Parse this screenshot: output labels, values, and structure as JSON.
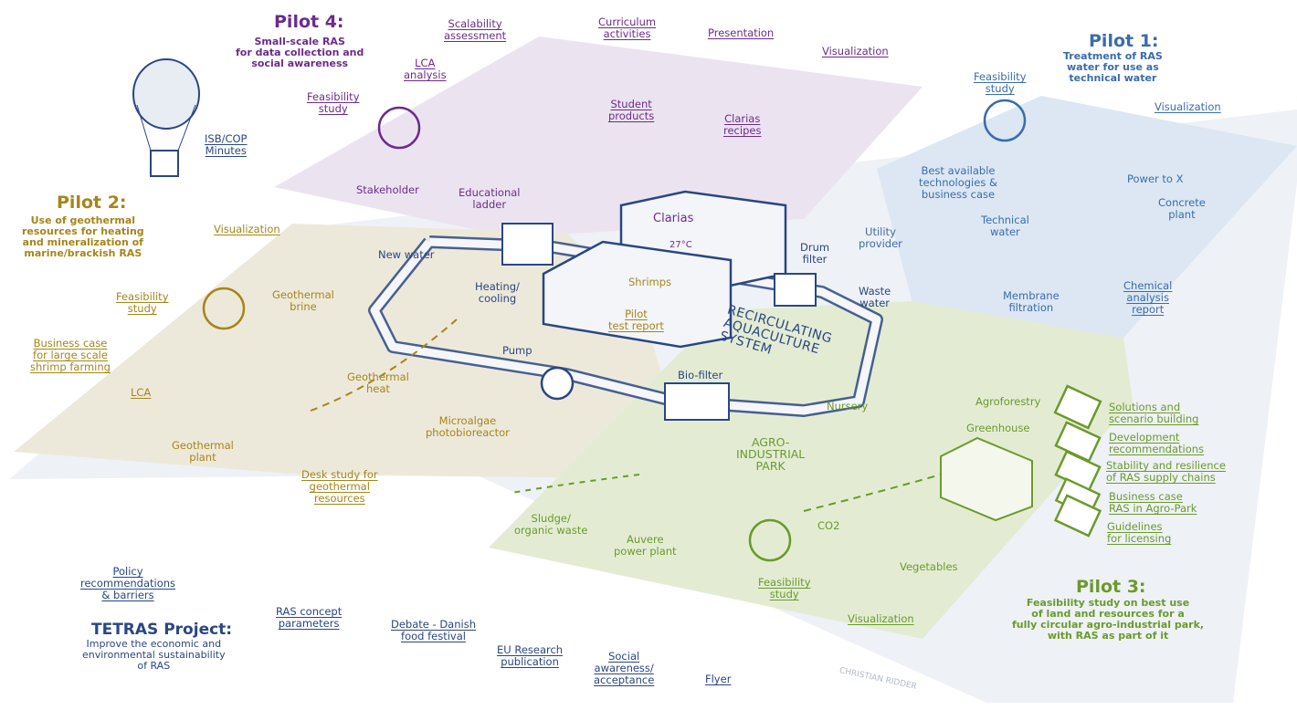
{
  "colors": {
    "pilot4": "#6b2c8c",
    "core": "#2a4683",
    "pilot2": "#a6851a",
    "pilot1": "#3a6cab",
    "pilot3": "#6b9a2b"
  },
  "pilot4": {
    "title": "Pilot 4:",
    "subtitle": "Small-scale RAS\nfor data collection and\nsocial awareness",
    "items": [
      "Scalability\nassessment",
      "Curriculum\nactivities",
      "Presentation",
      "Visualization",
      "LCA\nanalysis",
      "Feasibility\nstudy",
      "Student\nproducts",
      "Clarias\nrecipes",
      "Stakeholder",
      "Educational\nladder"
    ]
  },
  "core": {
    "isb": "ISB/COP\nMinutes",
    "new_water": "New water",
    "heating": "Heating/\ncooling",
    "pump": "Pump",
    "biofilter": "Bio-filter",
    "drum": "Drum\nfilter",
    "waste": "Waste\nwater",
    "clarias": "Clarias",
    "temp": "27°C",
    "shrimps": "Shrimps",
    "ras": "RECIRCULATING\nAQUACULTURE\nSYSTEM"
  },
  "tetras": {
    "title": "TETRAS Project:",
    "subtitle": "Improve the economic and\nenvironmental sustainability\nof RAS",
    "items": [
      "Policy\nrecommendations\n& barriers",
      "RAS concept\nparameters",
      "Debate - Danish\nfood festival",
      "EU Research\npublication",
      "Social\nawareness/\nacceptance",
      "Flyer"
    ],
    "signature": "CHRISTIAN RIDDER"
  },
  "pilot2": {
    "title": "Pilot 2:",
    "subtitle": "Use of geothermal\nresources for heating\nand mineralization of\nmarine/brackish RAS",
    "items": [
      "Visualization",
      "Feasibility\nstudy",
      "Geothermal\nbrine",
      "Business case\nfor large scale\nshrimp farming",
      "LCA",
      "Geothermal\nheat",
      "Geothermal\nplant",
      "Microalgae\nphotobioreactor",
      "Desk study for\ngeothermal\nresources",
      "Pilot\ntest report"
    ]
  },
  "pilot1": {
    "title": "Pilot 1:",
    "subtitle": "Treatment of RAS\nwater for use as\ntechnical water",
    "items": [
      "Feasibility\nstudy",
      "Visualization",
      "Best available\ntechnologies &\nbusiness case",
      "Power to X",
      "Concrete\nplant",
      "Utility\nprovider",
      "Technical\nwater",
      "Membrane\nfiltration",
      "Chemical\nanalysis\nreport"
    ]
  },
  "pilot3": {
    "title": "Pilot 3:",
    "subtitle": "Feasibility study on best use\nof land and resources for a\nfully circular agro-industrial park,\nwith RAS as part of it",
    "items": [
      "Agroforestry",
      "Greenhouse",
      "Nursery",
      "AGRO-\nINDUSTRIAL\nPARK",
      "Sludge/\norganic waste",
      "Auvere\npower plant",
      "CO2",
      "Feasibility\nstudy",
      "Visualization",
      "Vegetables"
    ],
    "outputs": [
      "Solutions and\nscenario building",
      "Development\nrecommendations",
      "Stability and resilience\nof RAS supply chains",
      "Business case\nRAS in Agro-Park",
      "Guidelines\nfor licensing"
    ]
  }
}
